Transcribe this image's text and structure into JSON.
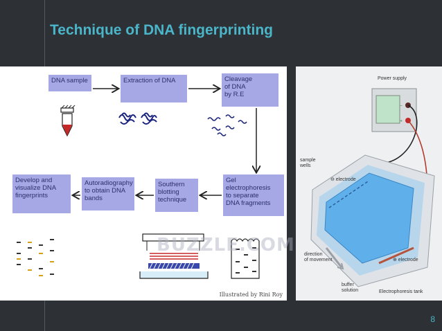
{
  "slide": {
    "title": "Technique of DNA fingerprinting",
    "page_number": "8"
  },
  "flowchart": {
    "steps": [
      "DNA sample",
      "Extraction of DNA",
      "Cleavage\nof DNA\nby  R.E",
      "Gel\nelectrophoresis\nto separate\nDNA fragments",
      "Southern\nblotting\ntechnique",
      "Autoradiography\nto obtain DNA\nbands",
      "Develop and\nvisualize DNA\nfingerprints"
    ],
    "watermark": "BUZZLE.COM",
    "credit": "Illustrated by Rini Roy"
  },
  "apparatus": {
    "power_supply": "Power supply",
    "sample_wells": "sample\nwells",
    "negative_electrode": "⊖ electrode",
    "positive_electrode": "⊕ electrode",
    "direction": "direction\nof movement",
    "buffer": "buffer\nsolution",
    "tank": "Electrophoresis tank"
  }
}
